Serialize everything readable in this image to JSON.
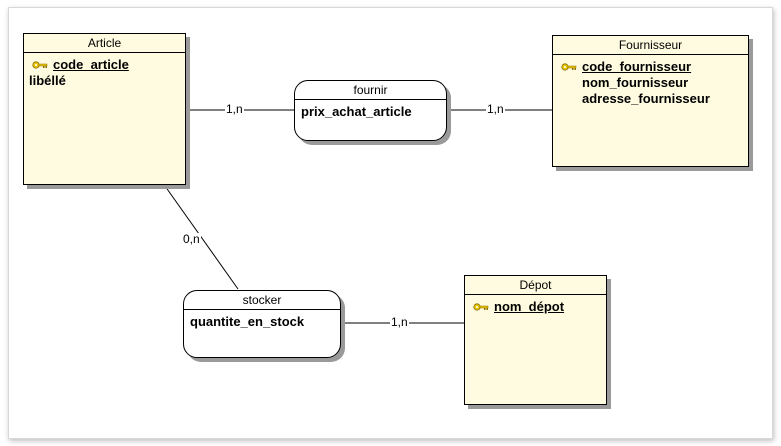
{
  "diagram": {
    "entities": {
      "article": {
        "title": "Article",
        "attributes": [
          {
            "name": "code_article",
            "key": true
          },
          {
            "name": "libéllé",
            "key": false
          }
        ]
      },
      "fournisseur": {
        "title": "Fournisseur",
        "attributes": [
          {
            "name": "code_fournisseur",
            "key": true
          },
          {
            "name": "nom_fournisseur",
            "key": false
          },
          {
            "name": "adresse_fournisseur",
            "key": false
          }
        ]
      },
      "depot": {
        "title": "Dépot",
        "attributes": [
          {
            "name": "nom_dépot",
            "key": true
          }
        ]
      }
    },
    "associations": {
      "fournir": {
        "title": "fournir",
        "attributes": [
          {
            "name": "prix_achat_article"
          }
        ]
      },
      "stocker": {
        "title": "stocker",
        "attributes": [
          {
            "name": "quantite_en_stock"
          }
        ]
      }
    },
    "cardinalities": {
      "article_fournir": "1,n",
      "fournisseur_fournir": "1,n",
      "article_stocker": "0,n",
      "depot_stocker": "1,n"
    },
    "colors": {
      "entity_fill": "#fffbe0",
      "key_icon": "#e8c400",
      "line": "#000000",
      "shadow": "#9a9a9a"
    },
    "icons": {
      "key": "key-icon"
    }
  }
}
